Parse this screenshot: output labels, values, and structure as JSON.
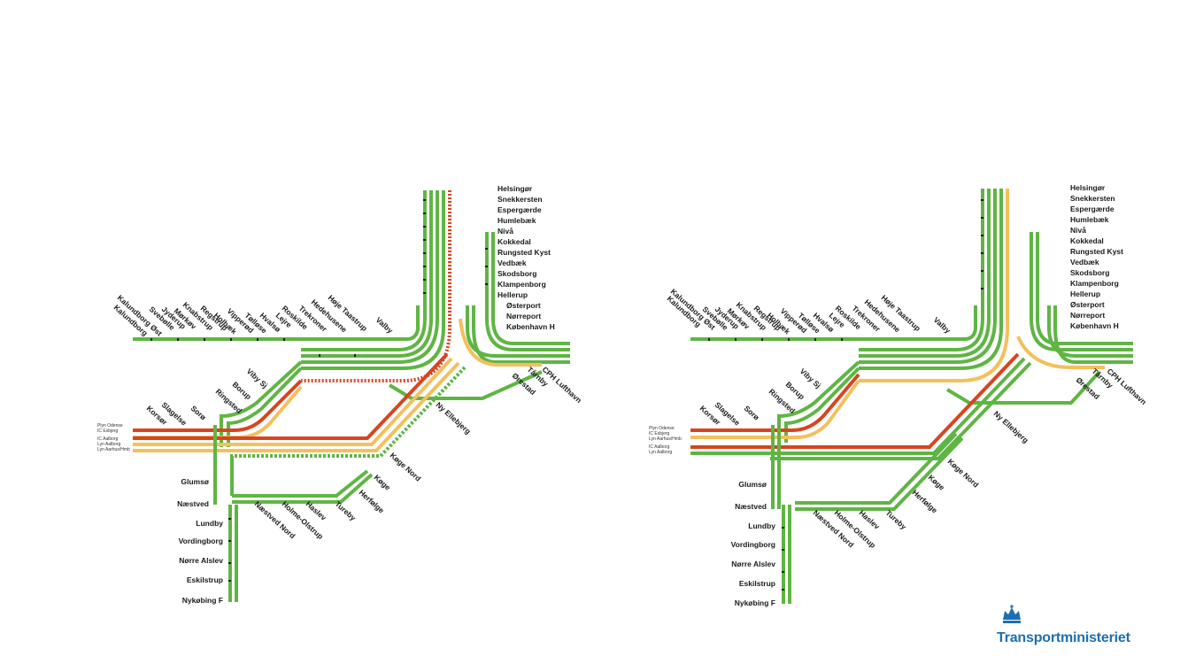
{
  "colors": {
    "green": "#5fb544",
    "orange": "#d9441e",
    "yellow": "#f4bf5d",
    "dark_green": "#2f7d28",
    "logo_blue": "#1c6fb0",
    "station_dot": "#1a1a1a"
  },
  "maps": [
    {
      "id": "map-left",
      "north_stations": [
        "Helsingør",
        "Snekkersten",
        "Espergærde",
        "Humlebæk",
        "Nivå",
        "Kokkedal",
        "Rungsted Kyst",
        "Vedbæk",
        "Skodsborg",
        "Klampenborg",
        "Hellerup",
        "Østerport",
        "Nørreport",
        "København H"
      ],
      "west_stations": [
        "Kalundborg",
        "Kalundborg Øst",
        "Svebølle",
        "Jyderup",
        "Mørkøv",
        "Knabstrup",
        "Regstrup",
        "Holbæk",
        "Vipperød",
        "Tølløse",
        "Hvalsø",
        "Lejre",
        "Roskilde",
        "Trekroner",
        "Hedehusene",
        "Høje Taastrup",
        "Valby"
      ],
      "middle_stations": [
        "Viby Sj",
        "Borup",
        "Ringsted",
        "Sorø",
        "Slagelse",
        "Korsør"
      ],
      "airport_stations": [
        "Ørestad",
        "Tårnby",
        "CPH Lufthavn"
      ],
      "ellebjerg": "Ny Ellebjerg",
      "koge_stations": [
        "Køge Nord",
        "Køge",
        "Herfølge",
        "Tureby",
        "Haslev",
        "Holme-Olstrup",
        "Næstved Nord"
      ],
      "south_stations": [
        "Glumsø",
        "Næstved",
        "Lundby",
        "Vordingborg",
        "Nørre Alslev",
        "Eskilstrup",
        "Nykøbing F"
      ],
      "legend": [
        "Plyn Odense",
        "IC Esbjerg",
        "IC Aalborg",
        "Lyn Aalborg",
        "Lyn Aarhus/Hmb"
      ]
    },
    {
      "id": "map-right",
      "north_stations": [
        "Helsingør",
        "Snekkersten",
        "Espergærde",
        "Humlebæk",
        "Nivå",
        "Kokkedal",
        "Rungsted Kyst",
        "Vedbæk",
        "Skodsborg",
        "Klampenborg",
        "Hellerup",
        "Østerport",
        "Nørreport",
        "København H"
      ],
      "west_stations": [
        "Kalundborg",
        "Kalundborg Øst",
        "Svebølle",
        "Jyderup",
        "Mørkøv",
        "Knabstrup",
        "Regstrup",
        "Holbæk",
        "Vipperød",
        "Tølløse",
        "Hvalsø",
        "Lejre",
        "Roskilde",
        "Trekroner",
        "Hedehusene",
        "Høje Taastrup",
        "Valby"
      ],
      "middle_stations": [
        "Viby Sj",
        "Borup",
        "Ringsted",
        "Sorø",
        "Slagelse",
        "Korsør"
      ],
      "airport_stations": [
        "Ørestad",
        "Tårnby",
        "CPH Lufthavn"
      ],
      "ellebjerg": "Ny Ellebjerg",
      "koge_stations": [
        "Køge Nord",
        "Køge",
        "Herfølge",
        "Tureby",
        "Haslev",
        "Holme-Olstrup",
        "Næstved Nord"
      ],
      "south_stations": [
        "Glumsø",
        "Næstved",
        "Lundby",
        "Vordingborg",
        "Nørre Alslev",
        "Eskilstrup",
        "Nykøbing F"
      ],
      "legend": [
        "Plyn Odense",
        "IC Esbjerg",
        "Lyn Aarhus/Hmb",
        "IC Aalborg",
        "Lyn Aalborg"
      ]
    }
  ],
  "logo": {
    "text": "Transportministeriet",
    "icon": "crown-icon"
  }
}
